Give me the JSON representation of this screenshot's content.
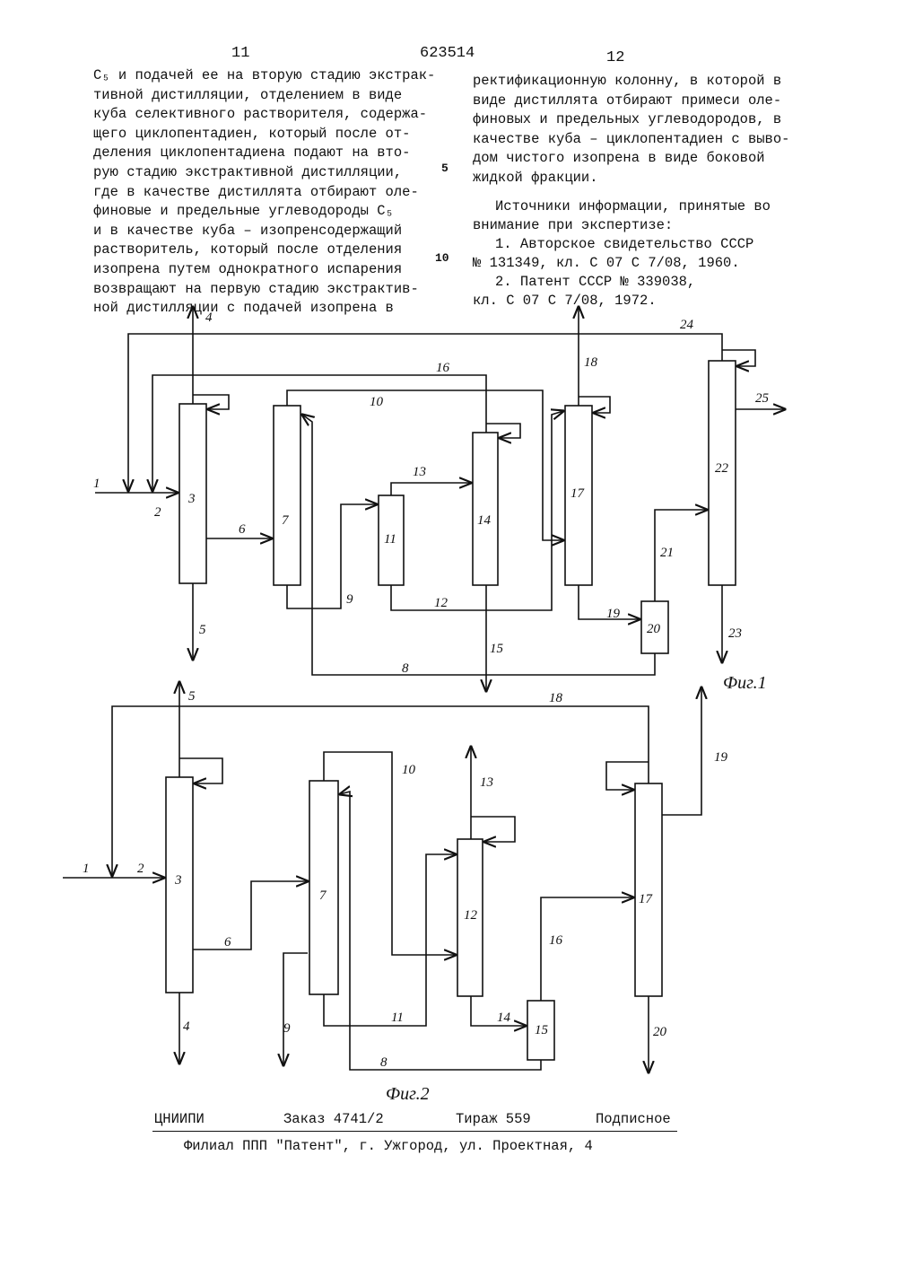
{
  "header": {
    "page_left": "11",
    "patent_no": "623514",
    "page_right": "12"
  },
  "left_column": [
    "С₅ и подачей ее на вторую стадию экстрак-",
    "тивной дистилляции, отделением в виде",
    "куба селективного растворителя, содержа-",
    "щего циклопентадиен, который после от-",
    "деления циклопентадиена подают на вто-",
    "рую стадию экстрактивной дистилляции,",
    "где в качестве дистиллята отбирают оле-",
    "финовые и предельные углеводороды С₅",
    "и в качестве куба – изопренсодержащий",
    "растворитель, который после отделения",
    "изопрена путем однократного испарения",
    "возвращают на первую стадию экстрактив-",
    "ной дистилляции с подачей изопрена в"
  ],
  "line_numbers": {
    "n5": "5",
    "n10": "10"
  },
  "right_column": [
    "ректификационную колонну, в которой в",
    "виде дистиллята отбирают примеси оле-",
    "финовых и предельных углеводородов, в",
    "качестве куба – циклопентадиен с выво-",
    "дом чистого изопрена в виде боковой",
    "жидкой фракции."
  ],
  "sources": {
    "heading": "Источники информации, принятые во",
    "heading2": "внимание при экспертизе:",
    "ref1a": "1. Авторское свидетельство СССР",
    "ref1b": "№ 131349, кл. С 07 С 7/08, 1960.",
    "ref2a": "2. Патент СССР № 339038,",
    "ref2b": "кл. С 07 С 7/08, 1972."
  },
  "fig1": {
    "caption": "Фиг.1",
    "labels": {
      "l1": "1",
      "l2": "2",
      "l3": "3",
      "l4": "4",
      "l5": "5",
      "l6": "6",
      "l7": "7",
      "l8": "8",
      "l9": "9",
      "l10": "10",
      "l11": "11",
      "l12": "12",
      "l13": "13",
      "l14": "14",
      "l15": "15",
      "l16": "16",
      "l17": "17",
      "l18": "18",
      "l19": "19",
      "l20": "20",
      "l21": "21",
      "l22": "22",
      "l23": "23",
      "l24": "24",
      "l25": "25"
    }
  },
  "fig2": {
    "caption": "Фиг.2",
    "labels": {
      "l1": "1",
      "l2": "2",
      "l3": "3",
      "l4": "4",
      "l5": "5",
      "l6": "6",
      "l7": "7",
      "l8": "8",
      "l9": "9",
      "l10": "10",
      "l11": "11",
      "l12": "12",
      "l13": "13",
      "l14": "14",
      "l15": "15",
      "l16": "16",
      "l17": "17",
      "l18": "18",
      "l19": "19",
      "l20": "20"
    }
  },
  "footer": {
    "org": "ЦНИИПИ",
    "order": "Заказ 4741/2",
    "circulation": "Тираж 559",
    "subscription": "Подписное",
    "address": "Филиал ППП \"Патент\", г. Ужгород, ул. Проектная, 4"
  }
}
